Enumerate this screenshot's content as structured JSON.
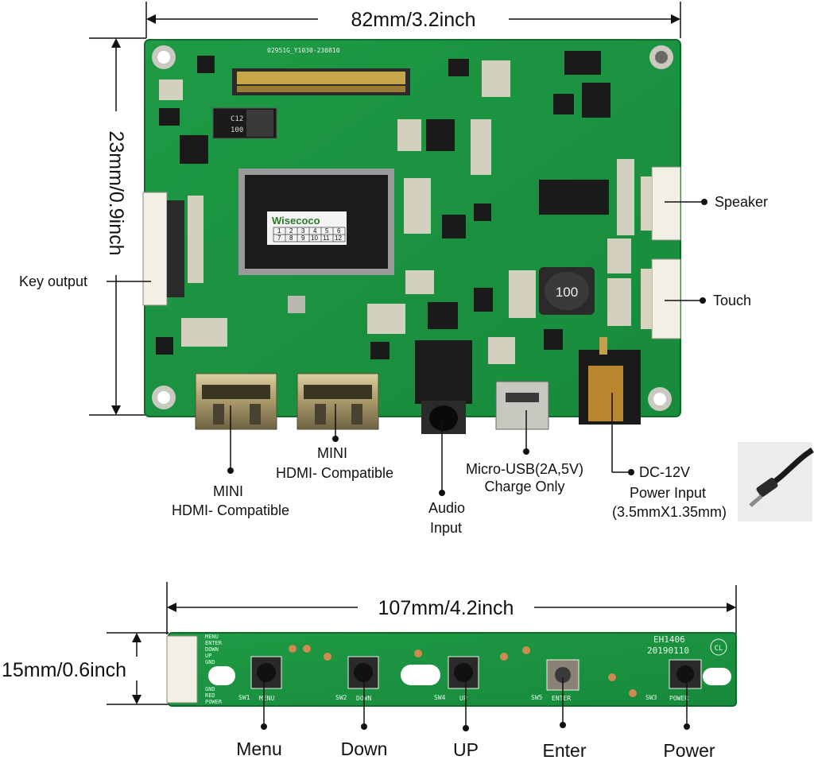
{
  "dimensions": {
    "board_width": "82mm/3.2inch",
    "board_height": "23mm/0.9inch",
    "keypad_width": "107mm/4.2inch",
    "keypad_height": "15mm/0.6inch"
  },
  "board": {
    "id_text": "02951G_Y1030-230810",
    "chip_logo": "Wisecoco",
    "chip_grid": [
      "1",
      "2",
      "3",
      "4",
      "5",
      "6",
      "7",
      "8",
      "9",
      "10",
      "11",
      "12"
    ],
    "inductor_mark": "100",
    "cap_mark": "100",
    "cap_code": "C12"
  },
  "callouts": {
    "speaker": "Speaker",
    "touch": "Touch",
    "key_output": "Key output",
    "mini_hdmi_1_line1": "MINI",
    "mini_hdmi_1_line2": "HDMI- Compatible",
    "mini_hdmi_2_line1": "MINI",
    "mini_hdmi_2_line2": "HDMI- Compatible",
    "audio_line1": "Audio",
    "audio_line2": "Input",
    "usb_line1": "Micro-USB(2A,5V)",
    "usb_line2": "Charge Only",
    "dc_line1": "DC-12V",
    "dc_line2": "Power Input",
    "dc_line3": "(3.5mmX1.35mm)"
  },
  "keypad": {
    "code": "EH1406",
    "date": "20190110",
    "cl_mark": "CL",
    "pin_labels": [
      "MENU",
      "ENTER",
      "DOWN",
      "UP",
      "GND"
    ],
    "pin_labels_bottom": [
      "GND",
      "RED",
      "POWER"
    ],
    "switches": [
      {
        "ref": "SW1",
        "silk": "MENU"
      },
      {
        "ref": "SW2",
        "silk": "DOWN"
      },
      {
        "ref": "SW4",
        "silk": "UP"
      },
      {
        "ref": "SW5",
        "silk": "ENTER"
      },
      {
        "ref": "SW3",
        "silk": "POWER"
      }
    ],
    "buttons": [
      "Menu",
      "Down",
      "UP",
      "Enter",
      "Power"
    ]
  }
}
